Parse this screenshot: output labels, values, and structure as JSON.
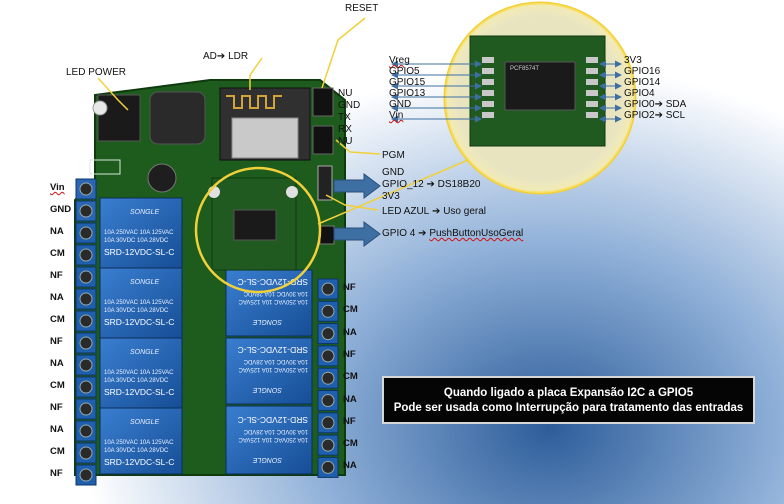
{
  "labels": {
    "reset": "RESET",
    "ad_ldr": "AD",
    "ad_ldr_target": "LDR",
    "led_power": "LED POWER",
    "pgm": "PGM",
    "gnd_header": "GND",
    "gpio12": "GPIO_12",
    "gpio12_target": "DS18B20",
    "v33": "3V3",
    "led_azul": "LED AZUL",
    "led_azul_target": "Uso geral",
    "gpio4": "GPIO  4",
    "gpio4_target": "PushButtonUsoGeral"
  },
  "uart_pins": [
    "NU",
    "GND",
    "TX",
    "RX",
    "NU"
  ],
  "left_pins": [
    "Vin",
    "GND",
    "NA",
    "CM",
    "NF",
    "NA",
    "CM",
    "NF",
    "NA",
    "CM",
    "NF",
    "NA",
    "CM",
    "NF"
  ],
  "right_pins": [
    "NF",
    "CM",
    "NA",
    "NF",
    "CM",
    "NA",
    "NF",
    "CM",
    "NA"
  ],
  "zoom": {
    "left": [
      "Vreg",
      "GPIO5",
      "GPIO15",
      "GPIO13",
      "GND",
      "Vin"
    ],
    "right": [
      "3V3",
      "GPIO16",
      "GPIO14",
      "GPIO4",
      "GPIO0",
      "GPIO2"
    ],
    "right_targets": [
      "",
      "",
      "",
      "",
      "SDA",
      "SCL"
    ]
  },
  "relays": {
    "brand": "SONGLE",
    "model": "SRD-12VDC-SL-C",
    "ratings": [
      "10A 250VAC",
      "10A 125VAC",
      "10A 30VDC",
      "10A 28VDC"
    ]
  },
  "chip": {
    "text": "PCF8574T"
  },
  "info_box": {
    "line1": "Quando ligado a placa Expansão I2C a GPIO5",
    "line2": "Pode ser usada como Interrupção para tratamento das entradas"
  },
  "colors": {
    "pcb": "#1d5c1d",
    "relay": "#1f63b8",
    "terminal": "#1e5fae",
    "highlight": "#f2d03a",
    "arrow": "#3e6fa3"
  }
}
